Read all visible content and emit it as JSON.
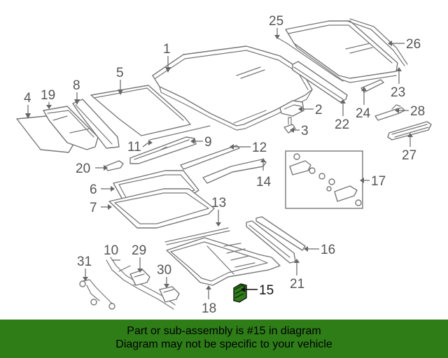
{
  "diagram": {
    "callouts": {
      "c1": "1",
      "c2": "2",
      "c3": "3",
      "c4": "4",
      "c5": "5",
      "c6": "6",
      "c7": "7",
      "c8": "8",
      "c9": "9",
      "c10": "10",
      "c11": "11",
      "c12": "12",
      "c13": "13",
      "c14": "14",
      "c15": "15",
      "c16": "16",
      "c17": "17",
      "c18": "18",
      "c19": "19",
      "c20": "20",
      "c21": "21",
      "c22": "22",
      "c23": "23",
      "c24": "24",
      "c25": "25",
      "c26": "26",
      "c27": "27",
      "c28": "28",
      "c29": "29",
      "c30": "30",
      "c31": "31"
    },
    "highlight_part": "15",
    "highlight_color": "#2e7d17",
    "line_color": "#777777"
  },
  "banner": {
    "line1": "Part or sub-assembly is #15 in diagram",
    "line2": "Diagram may not be specific to your vehicle",
    "background": "#2e7d17"
  }
}
